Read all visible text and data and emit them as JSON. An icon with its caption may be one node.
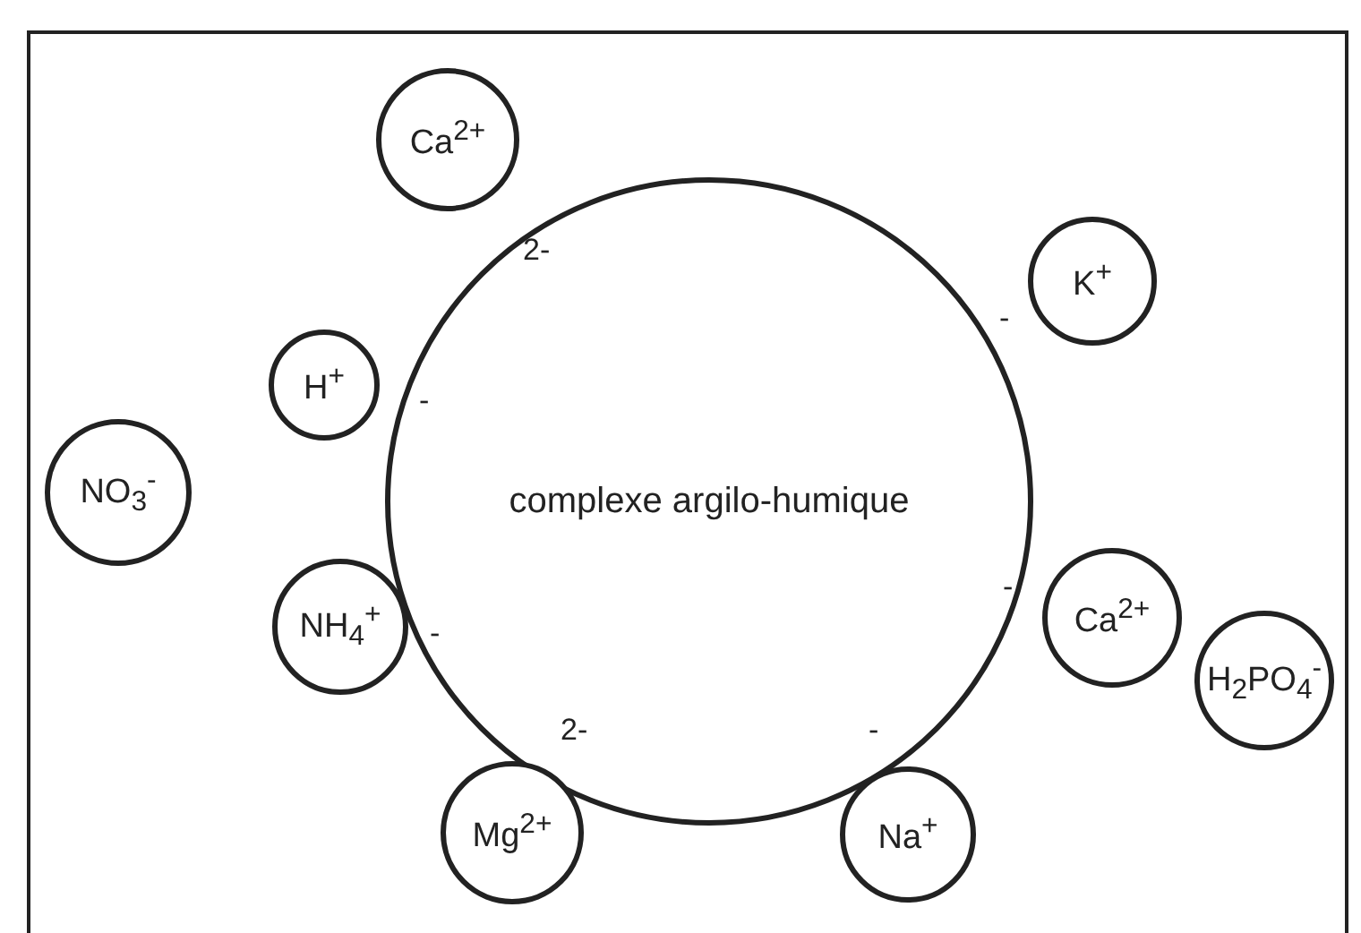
{
  "diagram": {
    "nodes": [
      {
        "text": [
          "complexe argilo-humique"
        ]
      },
      {
        "text": [
          "Ca$^{2+}$"
        ]
      },
      {
        "text": [
          "K$^{+}$"
        ]
      },
      {
        "text": [
          "H$^{+}$"
        ]
      },
      {
        "text": [
          "NO$_{3}$$^{-}$"
        ]
      },
      {
        "text": [
          "NH$_{4}$$^{+}$"
        ]
      },
      {
        "text": [
          "Ca$^{2+}$"
        ]
      },
      {
        "text": [
          "H$_{2}$PO$_{4}$$^{-}$"
        ]
      },
      {
        "text": [
          "Mg$^{2+}$"
        ]
      },
      {
        "text": [
          "Na$^{+}$"
        ]
      }
    ],
    "labels": [
      "2-",
      "-",
      "-",
      "-",
      "-",
      "2-",
      "-"
    ]
  }
}
